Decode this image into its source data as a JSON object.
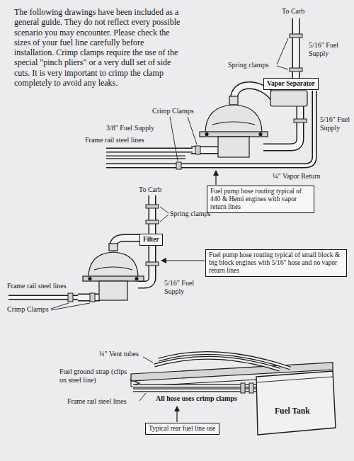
{
  "diagram": {
    "nodes": [
      {
        "text": [
          "Vapor Separator"
        ]
      },
      {
        "text": [
          "Fuel pump hose routing typical of 440 & Hemi engines with vapor return lines"
        ]
      },
      {
        "text": [
          "Filter"
        ]
      },
      {
        "text": [
          "Fuel pump hose routing typical of small block & big block engines with 5/16\" hose and no vapor return lines"
        ]
      },
      {
        "text": [
          "Typical rear fuel line use"
        ]
      }
    ],
    "labels": [
      "The following drawings have been included as a general guide. They do not reflect every possible scenario you may encounter. Please check the sizes of your fuel line carefully before installation. Crimp clamps require the use of the special \"pinch pliers\" or a very dull set of side cuts. It is very important to crimp the clamp completely to avoid any leaks.",
      "To Carb",
      "5/16\" Fuel Supply",
      "Spring clamps",
      "Crimp Clamps",
      "3/8\" Fuel Supply",
      "5/16\" Fuel Supply",
      "Frame rail steel lines",
      "¼\" Vapor Return",
      "To Carb",
      "Spring clamps",
      "5/16\" Fuel Supply",
      "Frame rail steel lines",
      "Crimp Clamps",
      "¼\" Vent tubes",
      "Fuel ground strap (clips on steel line)",
      "Frame rail steel lines",
      "All hose uses crimp clamps",
      "Fuel Tank"
    ]
  }
}
